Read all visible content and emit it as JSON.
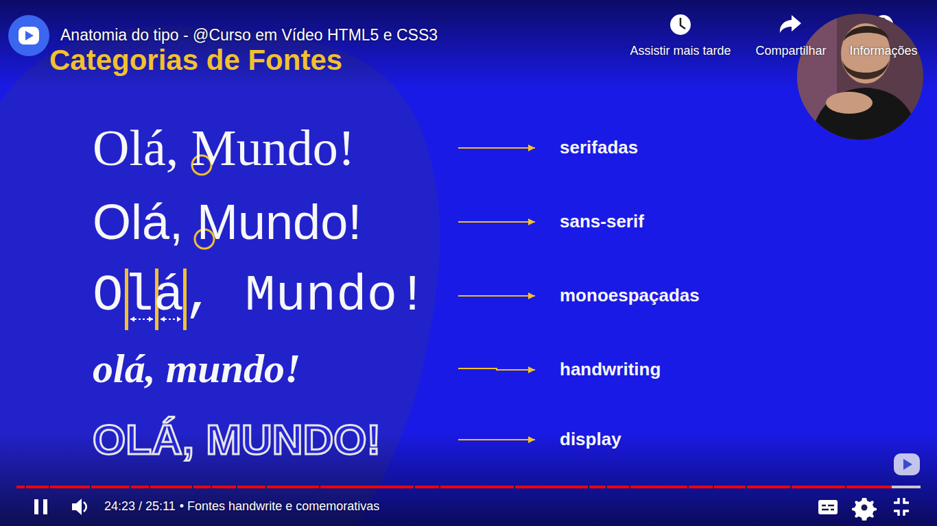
{
  "diagram": {
    "title": "Categorias de Fontes",
    "nodes": [
      {
        "text": [
          "Olá, Mundo!"
        ]
      },
      {
        "text": [
          "serifadas"
        ]
      },
      {
        "text": [
          "Olá, Mundo!"
        ]
      },
      {
        "text": [
          "sans-serif"
        ]
      },
      {
        "text": [
          "Olá, Mundo!"
        ]
      },
      {
        "text": [
          "monoespaçadas"
        ]
      },
      {
        "text": [
          "olá, mundo!"
        ]
      },
      {
        "text": [
          "handwriting"
        ]
      },
      {
        "text": [
          "OLÁ, MUNDO!"
        ]
      },
      {
        "text": [
          "display"
        ]
      }
    ],
    "edges": [
      {
        "from": 0,
        "to": 1,
        "arrow": "to"
      },
      {
        "from": 2,
        "to": 3,
        "arrow": "to"
      },
      {
        "from": 4,
        "to": 5,
        "arrow": "to"
      },
      {
        "from": 6,
        "to": 7,
        "arrow": "to"
      },
      {
        "from": 8,
        "to": 9,
        "arrow": "to"
      }
    ],
    "labels": [
      "Anatomia do tipo - @Curso em Vídeo HTML5 e CSS3",
      "Assistir mais tarde",
      "Compartilhar",
      "Informações",
      "24:23 / 25:11",
      "• Fontes handwrite e comemorativas"
    ]
  }
}
